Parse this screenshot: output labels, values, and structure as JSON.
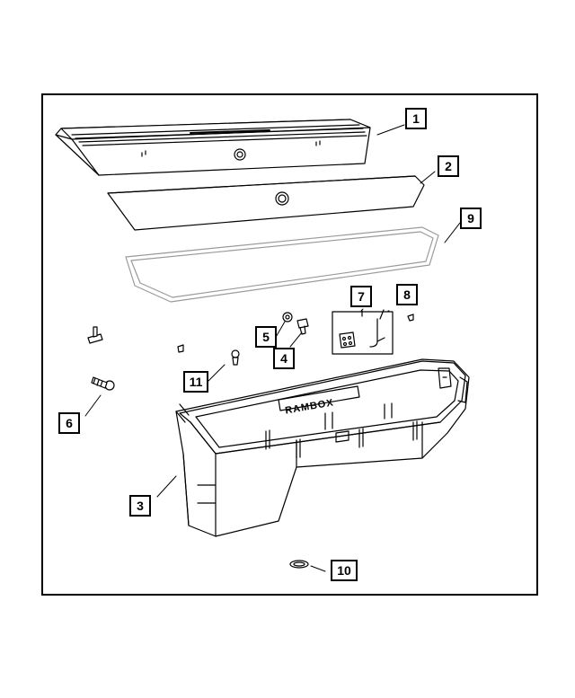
{
  "callouts": [
    {
      "id": "c1",
      "label": "1"
    },
    {
      "id": "c2",
      "label": "2"
    },
    {
      "id": "c3",
      "label": "3"
    },
    {
      "id": "c4",
      "label": "4"
    },
    {
      "id": "c5",
      "label": "5"
    },
    {
      "id": "c6",
      "label": "6"
    },
    {
      "id": "c7",
      "label": "7"
    },
    {
      "id": "c8",
      "label": "8"
    },
    {
      "id": "c9",
      "label": "9"
    },
    {
      "id": "c10",
      "label": "10"
    },
    {
      "id": "c11",
      "label": "11"
    }
  ],
  "bin_stamp": "RAMBOX",
  "colors": {
    "line": "#000000",
    "panel": "#ffffff",
    "light_line": "#9a9a9a"
  }
}
